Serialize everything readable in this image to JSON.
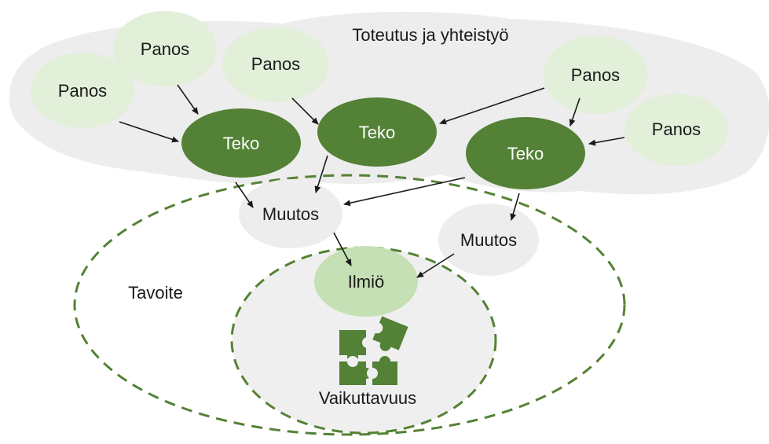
{
  "colors": {
    "cloud": "#ededed",
    "panos_fill": "#e2efd9",
    "teko_fill": "#538135",
    "muutos_fill": "#ededed",
    "ilmio_fill": "#c5e0b4",
    "inner_circle_fill": "#efefef",
    "dashed_stroke": "#548235",
    "arrow": "#1a1a1a",
    "puzzle": "#538135"
  },
  "diagram": {
    "area_label": "Toteutus ja yhteistyö",
    "goal_label": "Tavoite",
    "impact_label": "Vaikuttavuus",
    "puzzle_icon": "puzzle-pieces-icon",
    "panos_nodes": [
      {
        "label": "Panos"
      },
      {
        "label": "Panos"
      },
      {
        "label": "Panos"
      },
      {
        "label": "Panos"
      },
      {
        "label": "Panos"
      }
    ],
    "teko_nodes": [
      {
        "label": "Teko"
      },
      {
        "label": "Teko"
      },
      {
        "label": "Teko"
      }
    ],
    "muutos_nodes": [
      {
        "label": "Muutos"
      },
      {
        "label": "Muutos"
      }
    ],
    "ilmio_node": {
      "label": "Ilmiö"
    }
  }
}
